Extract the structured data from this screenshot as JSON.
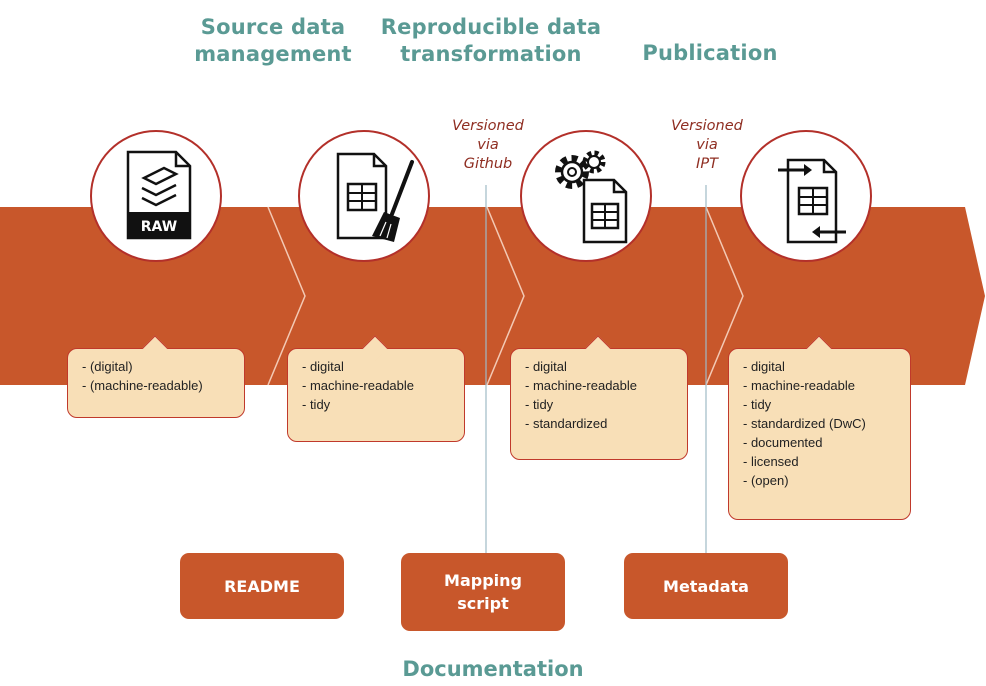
{
  "stages": {
    "source": {
      "line1": "Source data",
      "line2": "management"
    },
    "transformation": {
      "line1": "Reproducible data",
      "line2": "transformation"
    },
    "publication": {
      "line1": "Publication"
    }
  },
  "versioning": {
    "github": {
      "line1": "Versioned",
      "line2": "via",
      "line3": "Github"
    },
    "ipt": {
      "line1": "Versioned",
      "line2": "via",
      "line3": "IPT"
    }
  },
  "icons": {
    "raw": {
      "name": "raw-data-file-icon",
      "label": "RAW"
    },
    "clean": {
      "name": "spreadsheet-broom-icon"
    },
    "transform": {
      "name": "spreadsheet-gear-icon"
    },
    "publish": {
      "name": "spreadsheet-exchange-icon"
    }
  },
  "properties": {
    "raw": [
      "- (digital)",
      "- (machine-readable)"
    ],
    "clean": [
      "- digital",
      "- machine-readable",
      "- tidy"
    ],
    "transformed": [
      "- digital",
      "- machine-readable",
      "- tidy",
      "- standardized"
    ],
    "published": [
      "- digital",
      "- machine-readable",
      "- tidy",
      "- standardized (DwC)",
      "- documented",
      "- licensed",
      "- (open)"
    ]
  },
  "documentation": {
    "readme": "README",
    "mapping_line1": "Mapping",
    "mapping_line2": "script",
    "metadata": "Metadata",
    "title": "Documentation"
  },
  "colors": {
    "arrow": "#c8572b",
    "circle_border": "#b3302a",
    "box_fill": "#f8dfb7",
    "heading": "#5a9a94",
    "annotation": "#8f2e22"
  }
}
